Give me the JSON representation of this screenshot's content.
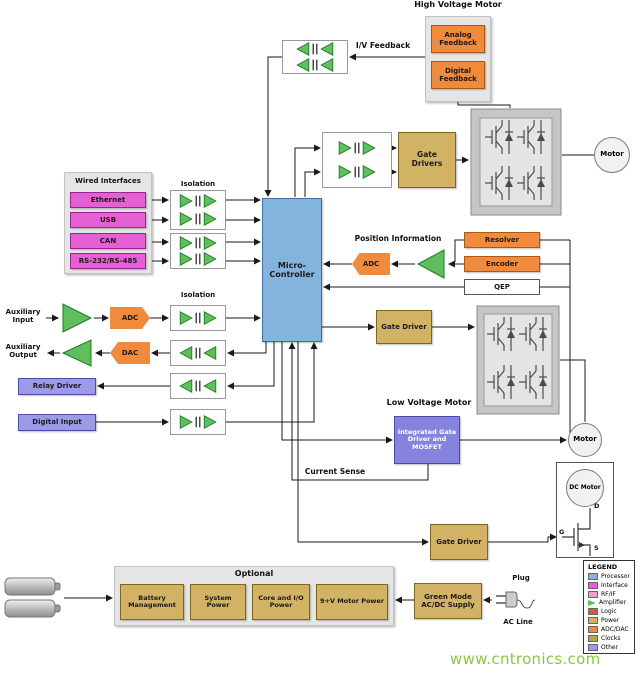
{
  "titles": {
    "high_voltage_motor": "High Voltage Motor",
    "low_voltage_motor": "Low Voltage Motor",
    "wired_interfaces": "Wired Interfaces",
    "optional": "Optional"
  },
  "labels": {
    "iv_feedback": "I/V Feedback",
    "isolation": "Isolation",
    "position_information": "Position Information",
    "current_sense": "Current Sense",
    "auxiliary_input": "Auxiliary Input",
    "auxiliary_output": "Auxiliary Output",
    "plug": "Plug",
    "ac_line": "AC Line"
  },
  "blocks": {
    "analog_feedback": "Analog Feedback",
    "digital_feedback": "Digital Feedback",
    "gate_drivers": "Gate Drivers",
    "gate_driver_mid": "Gate Driver",
    "gate_driver_bottom": "Gate Driver",
    "micro_controller": "Micro-Controller",
    "adc_position": "ADC",
    "adc_aux": "ADC",
    "dac_aux": "DAC",
    "resolver": "Resolver",
    "encoder": "Encoder",
    "qep": "QEP",
    "relay_driver": "Relay Driver",
    "digital_input": "Digital Input",
    "integrated_gate_driver": "Integrated Gate Driver and MOSFET",
    "green_mode_supply": "Green Mode AC/DC Supply",
    "motor_hv": "Motor",
    "motor_lv": "Motor",
    "dc_motor": "DC Motor"
  },
  "wired_interfaces": {
    "items": [
      "Ethernet",
      "USB",
      "CAN",
      "RS-232/RS-485"
    ]
  },
  "optional_power": {
    "items": [
      "Battery Management",
      "System Power",
      "Core and I/O Power",
      "9+V Motor Power"
    ]
  },
  "mosfet_pins": {
    "gate": "G",
    "drain": "D",
    "source": "S"
  },
  "legend": {
    "title": "LEGEND",
    "items": [
      {
        "label": "Processor",
        "color": "#84B3DC",
        "shape": "rect"
      },
      {
        "label": "Interface",
        "color": "#E55FD5",
        "shape": "rect"
      },
      {
        "label": "RF/IF",
        "color": "#F0A0CE",
        "shape": "rect"
      },
      {
        "label": "Amplifier",
        "color": "#5FBF5F",
        "shape": "triangle"
      },
      {
        "label": "Logic",
        "color": "#D9534F",
        "shape": "rect"
      },
      {
        "label": "Power",
        "color": "#D2B365",
        "shape": "rect"
      },
      {
        "label": "ADC/DAC",
        "color": "#F08A3C",
        "shape": "rect"
      },
      {
        "label": "Clocks",
        "color": "#ADAD3B",
        "shape": "rect"
      },
      {
        "label": "Other",
        "color": "#9D9BE8",
        "shape": "rect"
      }
    ]
  },
  "colors": {
    "processor_blue": "#84B3DC",
    "interface_magenta": "#E55FD5",
    "amplifier_green": "#5FBF5F",
    "power_tan": "#D2B365",
    "adc_dac_orange": "#F08A3C",
    "other_purple": "#9D9BE8",
    "watermark_green": "#8DC63F"
  },
  "watermark": "www.cntronics.com"
}
